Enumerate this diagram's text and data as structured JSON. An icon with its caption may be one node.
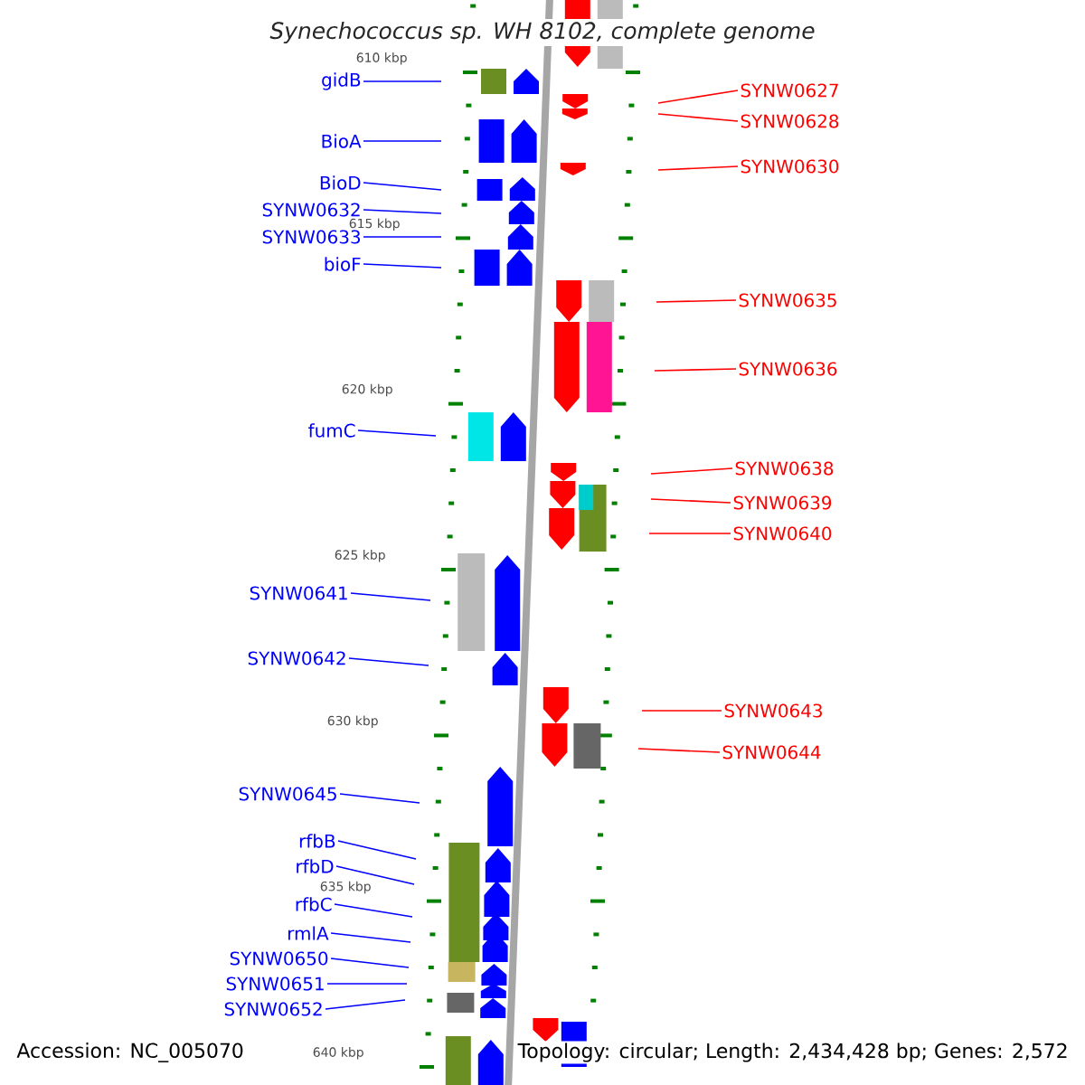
{
  "diagram": {
    "title": "Synechococcus sp. WH 8102, complete genome",
    "nodes": [
      {
        "text": [
          "gidB"
        ]
      },
      {
        "text": [
          "BioA"
        ]
      },
      {
        "text": [
          "BioD"
        ]
      },
      {
        "text": [
          "SYNW0632"
        ]
      },
      {
        "text": [
          "SYNW0633"
        ]
      },
      {
        "text": [
          "bioF"
        ]
      },
      {
        "text": [
          "fumC"
        ]
      },
      {
        "text": [
          "SYNW0641"
        ]
      },
      {
        "text": [
          "SYNW0642"
        ]
      },
      {
        "text": [
          "SYNW0645"
        ]
      },
      {
        "text": [
          "rfbB"
        ]
      },
      {
        "text": [
          "rfbD"
        ]
      },
      {
        "text": [
          "rfbC"
        ]
      },
      {
        "text": [
          "rmlA"
        ]
      },
      {
        "text": [
          "SYNW0650"
        ]
      },
      {
        "text": [
          "SYNW0651"
        ]
      },
      {
        "text": [
          "SYNW0652"
        ]
      },
      {
        "text": [
          "SYNW0627"
        ]
      },
      {
        "text": [
          "SYNW0628"
        ]
      },
      {
        "text": [
          "SYNW0630"
        ]
      },
      {
        "text": [
          "SYNW0635"
        ]
      },
      {
        "text": [
          "SYNW0636"
        ]
      },
      {
        "text": [
          "SYNW0638"
        ]
      },
      {
        "text": [
          "SYNW0639"
        ]
      },
      {
        "text": [
          "SYNW0640"
        ]
      },
      {
        "text": [
          "SYNW0643"
        ]
      },
      {
        "text": [
          "SYNW0644"
        ]
      }
    ],
    "edges": [
      {
        "from": 0,
        "to": null,
        "arrow": "none"
      },
      {
        "from": 1,
        "to": null,
        "arrow": "none"
      },
      {
        "from": 2,
        "to": null,
        "arrow": "none"
      },
      {
        "from": 3,
        "to": null,
        "arrow": "none"
      },
      {
        "from": 4,
        "to": null,
        "arrow": "none"
      },
      {
        "from": 5,
        "to": null,
        "arrow": "none"
      },
      {
        "from": 6,
        "to": null,
        "arrow": "none"
      },
      {
        "from": 7,
        "to": null,
        "arrow": "none"
      },
      {
        "from": 8,
        "to": null,
        "arrow": "none"
      },
      {
        "from": 9,
        "to": null,
        "arrow": "none"
      },
      {
        "from": 10,
        "to": null,
        "arrow": "none"
      },
      {
        "from": 11,
        "to": null,
        "arrow": "none"
      },
      {
        "from": 12,
        "to": null,
        "arrow": "none"
      },
      {
        "from": 13,
        "to": null,
        "arrow": "none"
      },
      {
        "from": 14,
        "to": null,
        "arrow": "none"
      },
      {
        "from": 15,
        "to": null,
        "arrow": "none"
      },
      {
        "from": 16,
        "to": null,
        "arrow": "none"
      },
      {
        "from": 17,
        "to": null,
        "arrow": "none",
        "color": "#ff0000"
      },
      {
        "from": 18,
        "to": null,
        "arrow": "none",
        "color": "#ff0000"
      },
      {
        "from": 19,
        "to": null,
        "arrow": "none",
        "color": "#ff0000"
      },
      {
        "from": 20,
        "to": null,
        "arrow": "none",
        "color": "#ff0000"
      },
      {
        "from": 21,
        "to": null,
        "arrow": "none",
        "color": "#ff0000"
      },
      {
        "from": 22,
        "to": null,
        "arrow": "none",
        "color": "#ff0000"
      },
      {
        "from": 23,
        "to": null,
        "arrow": "none",
        "color": "#ff0000"
      },
      {
        "from": 24,
        "to": null,
        "arrow": "none",
        "color": "#ff0000"
      },
      {
        "from": 25,
        "to": null,
        "arrow": "none",
        "color": "#ff0000"
      },
      {
        "from": 26,
        "to": null,
        "arrow": "none",
        "color": "#ff0000"
      }
    ],
    "labels": [
      "610 kbp",
      "615 kbp",
      "620 kbp",
      "625 kbp",
      "630 kbp",
      "635 kbp",
      "640 kbp",
      "Accession: NC_005070",
      "Topology: circular; Length: 2,434,428 bp; Genes: 2,572"
    ]
  }
}
